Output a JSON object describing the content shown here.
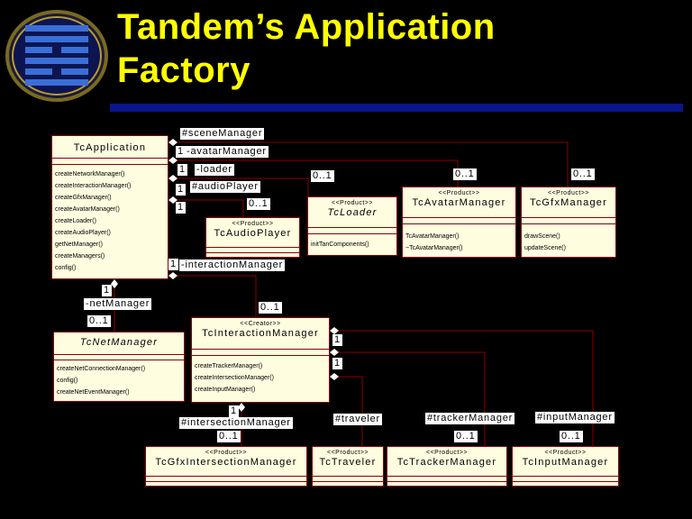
{
  "slide": {
    "title_line1": "Tandem’s Application",
    "title_line2": "Factory"
  },
  "classes": {
    "tc_application": {
      "name": "TcApplication",
      "methods": [
        "createNetworkManager()",
        "createInteractionManager()",
        "createGfxManager()",
        "createAvatarManager()",
        "createLoader()",
        "createAudioPlayer()",
        "getNetManager()",
        "createManagers()",
        "config()"
      ]
    },
    "tc_audio_player": {
      "stereotype": "<<Product>>",
      "name": "TcAudioPlayer"
    },
    "tc_loader": {
      "stereotype": "<<Product>>",
      "name": "TcLoader",
      "methods": [
        "initTanComponents()"
      ]
    },
    "tc_avatar_manager": {
      "stereotype": "<<Product>>",
      "name": "TcAvatarManager",
      "methods": [
        "TcAvatarManager()",
        "~TcAvatarManager()"
      ]
    },
    "tc_gfx_manager": {
      "stereotype": "<<Product>>",
      "name": "TcGfxManager",
      "methods": [
        "drawScene()",
        "updateScene()"
      ]
    },
    "tc_net_manager": {
      "name": "TcNetManager",
      "methods": [
        "createNetConnectionManager()",
        "config()",
        "createNetEventManager()"
      ]
    },
    "tc_interaction_manager": {
      "stereotype": "<<Creator>>",
      "name": "TcInteractionManager",
      "methods": [
        "createTrackerManager()",
        "createIntersectionManager()",
        "createInputManager()"
      ]
    },
    "tc_gfx_intersection_manager": {
      "stereotype": "<<Product>>",
      "name": "TcGfxIntersectionManager"
    },
    "tc_traveler": {
      "stereotype": "<<Product>>",
      "name": "TcTraveler"
    },
    "tc_tracker_manager": {
      "stereotype": "<<Product>>",
      "name": "TcTrackerManager"
    },
    "tc_input_manager": {
      "stereotype": "<<Product>>",
      "name": "TcInputManager"
    }
  },
  "labels": {
    "scene_manager": "#sceneManager",
    "avatar_manager": "-avatarManager",
    "loader": "-loader",
    "audio_player": "#audioPlayer",
    "interaction_manager": "-interactionManager",
    "net_manager": "-netManager",
    "intersection_manager": "#intersectionManager",
    "traveler": "#traveler",
    "tracker_manager": "#trackerManager",
    "input_manager": "#inputManager"
  },
  "multiplicities": {
    "one": "1",
    "zero_one": "0..1"
  }
}
